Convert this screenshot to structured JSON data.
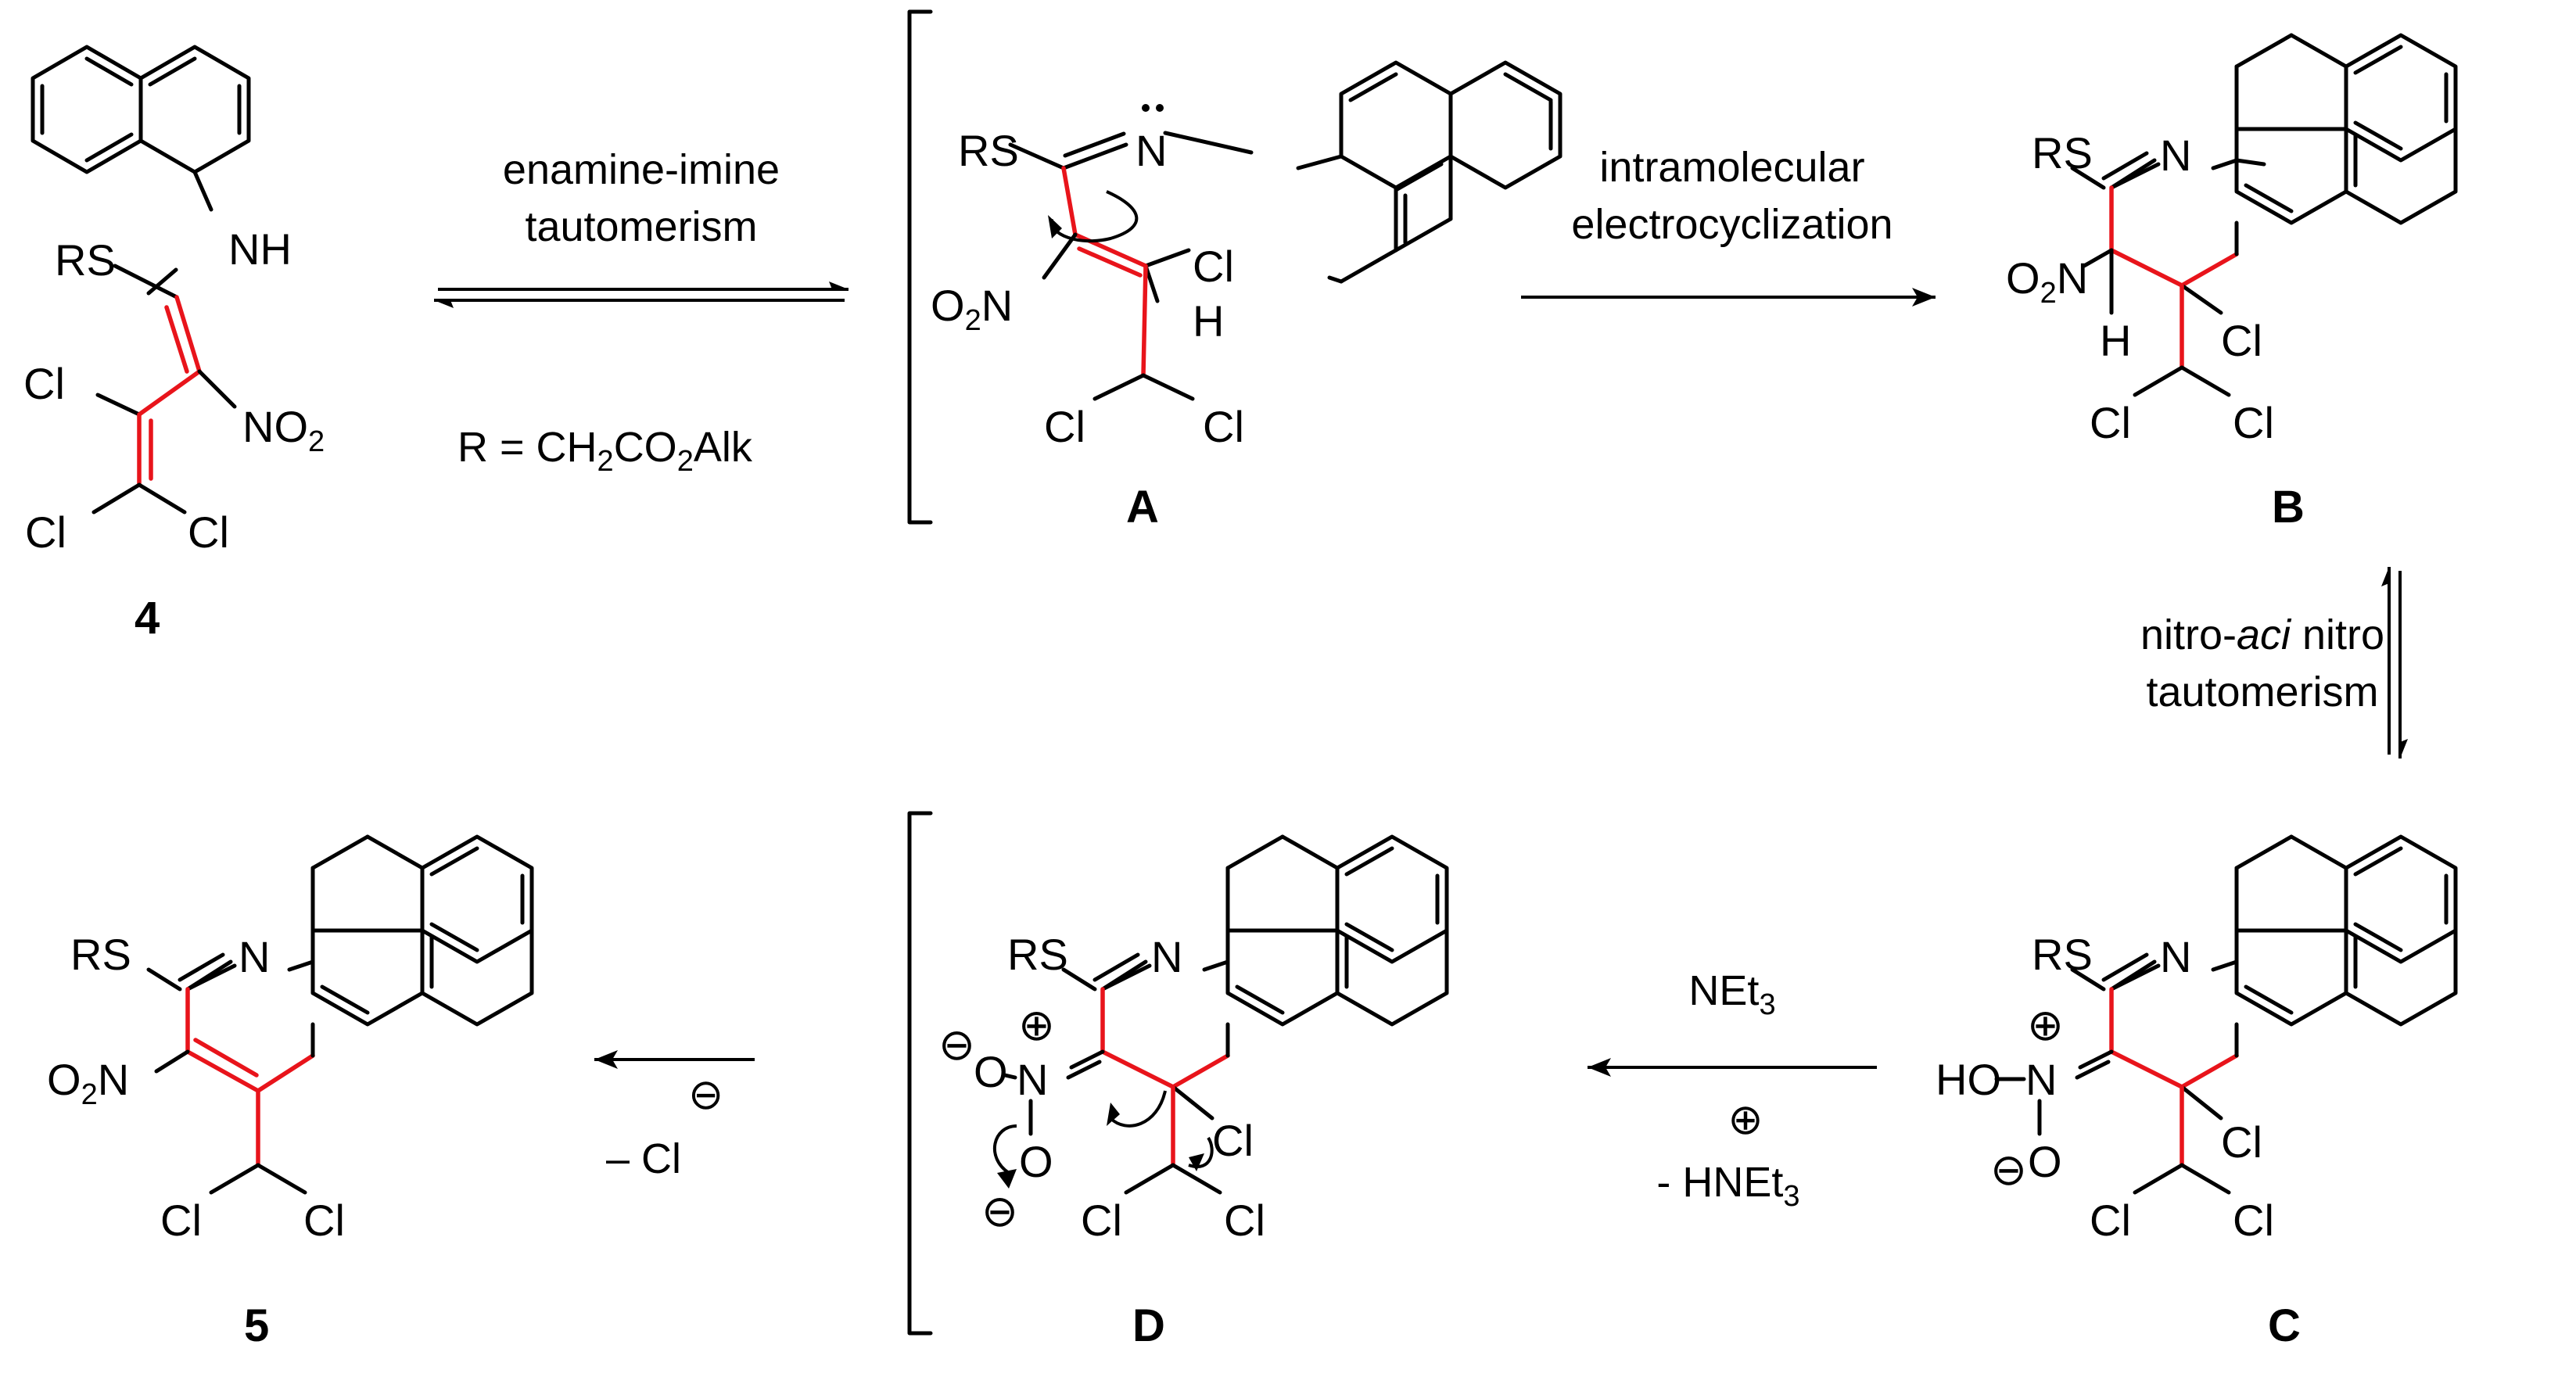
{
  "compounds": {
    "c4": "4",
    "cA": "A",
    "cB": "B",
    "cC": "C",
    "cD": "D",
    "c5": "5"
  },
  "arrows": {
    "step1_top": "enamine-imine",
    "step1_mid": "tautomerism",
    "step1_r": "R = CH2CO2Alk",
    "step2_top": "intramolecular",
    "step2_bot": "electrocyclization",
    "step3_top": "nitro-aci nitro",
    "step3_bot": "tautomerism",
    "step4_top": "NEt3",
    "step4_bot": "- HNEt3",
    "step5": "– Cl"
  },
  "atoms": {
    "rs": "RS",
    "nh": "NH",
    "n": "N",
    "h": "H",
    "cl": "Cl",
    "no2": "NO2",
    "o2n": "O2N",
    "ho": "HO",
    "o": "O",
    "charge_minus": "⊖",
    "charge_plus": "⊕"
  },
  "colors": {
    "new_bonds": "#e8141b",
    "ink": "#000000"
  }
}
